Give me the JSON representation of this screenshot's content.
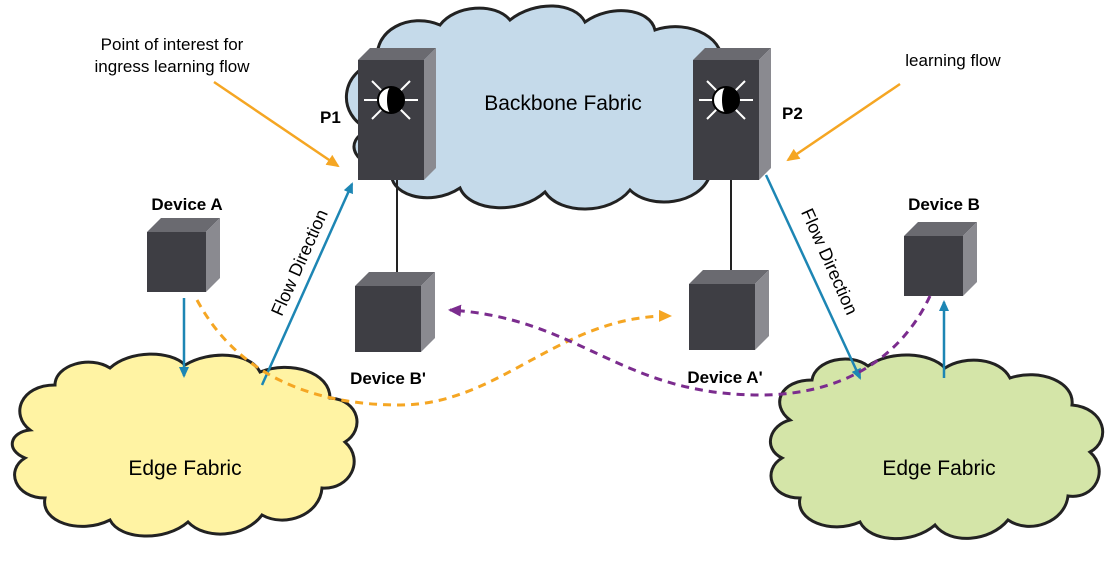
{
  "callouts": {
    "left_line1": "Point of interest for",
    "left_line2": "ingress learning flow",
    "right": "learning flow"
  },
  "switches": {
    "p1": "P1",
    "p2": "P2"
  },
  "clouds": {
    "backbone": "Backbone Fabric",
    "edge_left": "Edge Fabric",
    "edge_right": "Edge Fabric"
  },
  "devices": {
    "a": "Device A",
    "b": "Device B",
    "b_prime": "Device B'",
    "a_prime": "Device A'"
  },
  "flows": {
    "left": "Flow Direction",
    "right": "Flow Direction"
  },
  "colors": {
    "backbone_fill": "#c5daea",
    "edge_left_fill": "#fff3a3",
    "edge_right_fill": "#d4e5a8",
    "flow_arrow": "#1d86b4",
    "learning_orange": "#f5a623",
    "learning_purple": "#7b2c8e",
    "device_face": "#3e3e44"
  }
}
